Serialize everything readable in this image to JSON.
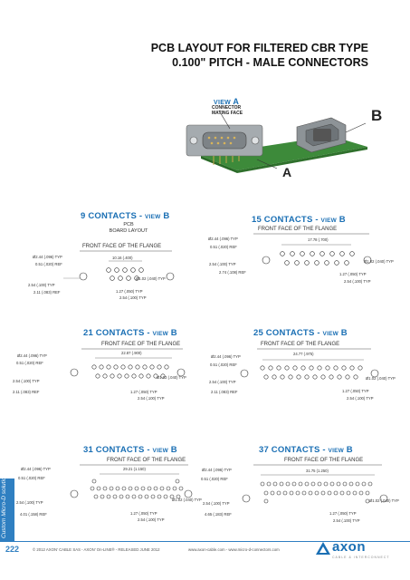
{
  "header": {
    "title_line1": "PCB LAYOUT FOR FILTERED CBR TYPE",
    "title_line2": "0.100\" PITCH - MALE CONNECTORS"
  },
  "view_a": {
    "prefix": "VIEW",
    "letter": "A"
  },
  "figure": {
    "mating_label_1": "CONNECTOR",
    "mating_label_2": "MATING FACE",
    "label_a": "A",
    "label_b": "B"
  },
  "sections": {
    "s9": {
      "title": "9 CONTACTS - ",
      "view": "VIEW",
      "letter": "B",
      "pcb1": "PCB",
      "pcb2": "BOARD LAYOUT",
      "flange": "FRONT FACE OF THE FLANGE",
      "d_span": "10.16 (.400)",
      "d_dia": "Ø2.44 (.096) TYP",
      "d_offset": "0.51 (.020) REF",
      "d_row": "2.54 (.100) TYP",
      "d_ref": "2.11 (.083) REF",
      "d_hole": "Ø1.02 (.040) TYP",
      "d_pitch1": "1.27 (.050) TYP",
      "d_pitch2": "2.54 (.100) TYP"
    },
    "s15": {
      "title": "15 CONTACTS - ",
      "view": "VIEW",
      "letter": "B",
      "flange": "FRONT FACE OF THE FLANGE",
      "d_span": "17.78 (.700)",
      "d_dia": "Ø2.44 (.096) TYP",
      "d_offset": "0.51 (.020) REF",
      "d_row": "2.54 (.100) TYP",
      "d_ref": "2.74 (.108) REF",
      "d_hole": "Ø1.02 (.040) TYP",
      "d_pitch1": "1.27 (.050) TYP",
      "d_pitch2": "2.54 (.100) TYP"
    },
    "s21": {
      "title": "21 CONTACTS - ",
      "view": "VIEW",
      "letter": "B",
      "flange": "FRONT FACE OF THE FLANGE",
      "d_span": "22.87 (.900)",
      "d_dia": "Ø2.44 (.096) TYP",
      "d_offset": "0.51 (.020) REF",
      "d_row": "2.54 (.100) TYP",
      "d_ref": "2.11 (.083) REF",
      "d_hole": "Ø1.02 (.040) TYP",
      "d_pitch1": "1.27 (.050) TYP",
      "d_pitch2": "2.54 (.100) TYP"
    },
    "s25": {
      "title": "25 CONTACTS - ",
      "view": "VIEW",
      "letter": "B",
      "flange": "FRONT FACE OF THE FLANGE",
      "d_span": "24.77 (.975)",
      "d_dia": "Ø2.44 (.096) TYP",
      "d_offset": "0.51 (.020) REF",
      "d_row": "2.54 (.100) TYP",
      "d_ref": "2.11 (.083) REF",
      "d_hole": "Ø1.02 (.040) TYP",
      "d_pitch1": "1.27 (.050) TYP",
      "d_pitch2": "2.54 (.100) TYP"
    },
    "s31": {
      "title": "31 CONTACTS - ",
      "view": "VIEW",
      "letter": "B",
      "flange": "FRONT FACE OF THE FLANGE",
      "d_span": "29.21 (1.150)",
      "d_dia": "Ø2.44 (.096) TYP",
      "d_offset": "0.51 (.020) REF",
      "d_row": "2.54 (.100) TYP",
      "d_ref": "4.01 (.158) REF",
      "d_hole": "Ø1.02 (.040) TYP",
      "d_pitch1": "1.27 (.050) TYP",
      "d_pitch2": "2.54 (.100) TYP"
    },
    "s37": {
      "title": "37 CONTACTS - ",
      "view": "VIEW",
      "letter": "B",
      "flange": "FRONT FACE OF THE FLANGE",
      "d_span": "31.75 (1.250)",
      "d_dia": "Ø2.44 (.096) TYP",
      "d_offset": "0.51 (.020) REF",
      "d_row": "2.54 (.100) TYP",
      "d_ref": "4.65 (.183) REF",
      "d_hole": "Ø1.02 (.040) TYP",
      "d_pitch1": "1.27 (.050) TYP",
      "d_pitch2": "2.54 (.100) TYP"
    }
  },
  "sidebar": {
    "label": "Custom Micro-D solutions"
  },
  "footer": {
    "page": "222",
    "copyright": "© 2012 AXON' CABLE SAS - AXON' On-LINE® - RELEASED JUNE 2012",
    "website": "www.axon-cable.com - www.micro-d-connectors.com",
    "logo": "axon",
    "logo_sub": "CABLE & INTERCONNECT"
  },
  "colors": {
    "accent": "#1a6fb4",
    "pcb_green": "#3d8a3a",
    "metal": "#8c9296"
  }
}
